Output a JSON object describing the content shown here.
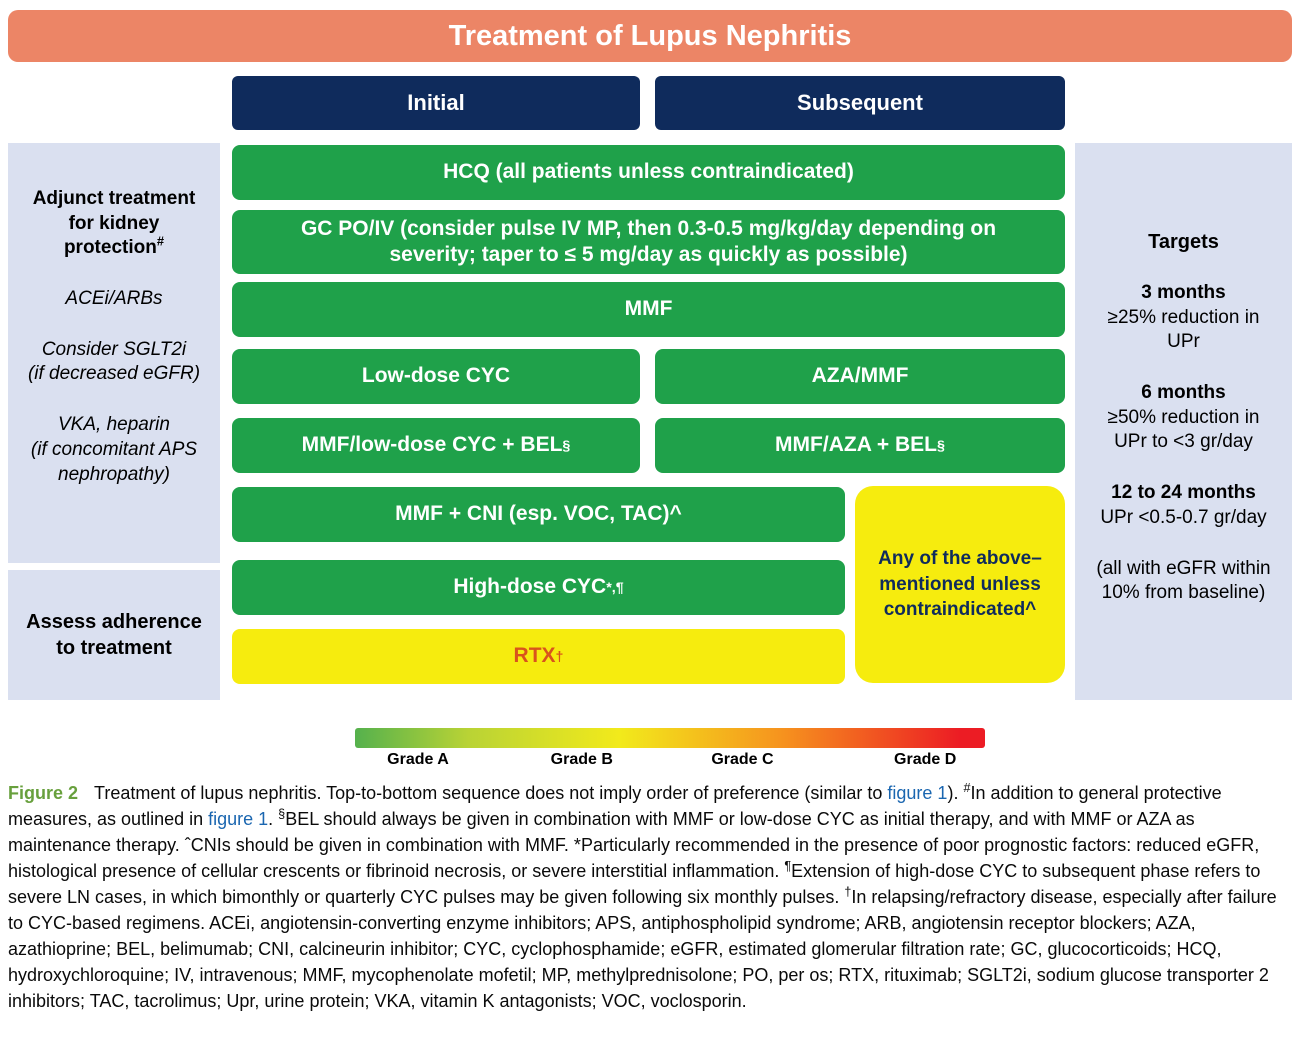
{
  "title": "Treatment of Lupus Nephritis",
  "headers": {
    "initial": "Initial",
    "subsequent": "Subsequent"
  },
  "left_panel": {
    "adjunct_title": "Adjunct treatment\nfor kidney\nprotection",
    "adjunct_sup": "#",
    "item1": "ACEi/ARBs",
    "item2": "Consider SGLT2i\n(if decreased eGFR)",
    "item3": "VKA, heparin\n(if concomitant APS\nnephropathy)",
    "assess": "Assess adherence\nto treatment"
  },
  "rows": {
    "hcq": "HCQ (all patients unless contraindicated)",
    "gc": "GC PO/IV (consider pulse IV MP, then 0.3-0.5 mg/kg/day depending on\nseverity; taper to ≤ 5 mg/day as quickly as possible)",
    "mmf": "MMF",
    "lowdose_cyc": "Low-dose CYC",
    "aza_mmf": "AZA/MMF",
    "mmf_cyc_bel": "MMF/low-dose CYC + BEL",
    "mmf_cyc_bel_sup": "§",
    "mmf_aza_bel": "MMF/AZA + BEL",
    "mmf_aza_bel_sup": "§",
    "mmf_cni": "MMF + CNI (esp. VOC, TAC)^",
    "highdose_cyc": "High-dose CYC ",
    "highdose_cyc_sup": "*,¶",
    "rtx": "RTX ",
    "rtx_sup": "†",
    "any_above": "Any of the above–\nmentioned unless\ncontraindicated^"
  },
  "right_panel": {
    "title": "Targets",
    "t1_head": "3 months",
    "t1_body": "≥25% reduction in\nUPr",
    "t2_head": "6 months",
    "t2_body": "≥50% reduction in\nUPr to <3 gr/day",
    "t3_head": "12 to 24 months",
    "t3_body": "UPr <0.5-0.7 gr/day",
    "note": "(all with eGFR within\n10% from baseline)"
  },
  "grade_scale": {
    "labels": [
      "Grade A",
      "Grade B",
      "Grade C",
      "Grade D"
    ],
    "positions_pct": [
      10,
      36,
      61.5,
      90.5
    ],
    "colors": [
      "#55b14d",
      "#f2ea1b",
      "#f6921e",
      "#ec1c24"
    ]
  },
  "caption": {
    "segments": [
      {
        "text": "Figure 2",
        "cls": "fig-label"
      },
      {
        "text": "Treatment of lupus nephritis. Top-to-bottom sequence does not imply order of preference (similar to ",
        "cls": ""
      },
      {
        "text": "figure 1",
        "cls": "ref"
      },
      {
        "text": "). ",
        "cls": ""
      },
      {
        "text": "#",
        "cls": "sup"
      },
      {
        "text": "In addition to general protective measures, as outlined in ",
        "cls": ""
      },
      {
        "text": "figure 1",
        "cls": "ref"
      },
      {
        "text": ". ",
        "cls": ""
      },
      {
        "text": "§",
        "cls": "sup"
      },
      {
        "text": "BEL should always be given in combination with MMF or low-dose CYC as initial therapy, and with MMF or AZA as maintenance therapy. ˆCNIs should be given in combination with MMF. *Particularly recommended in the presence of poor prognostic factors: reduced eGFR, histological presence of cellular crescents or fibrinoid necrosis, or severe interstitial inflammation. ",
        "cls": ""
      },
      {
        "text": "¶",
        "cls": "sup"
      },
      {
        "text": "Extension of high-dose CYC to subsequent phase refers to severe LN cases, in which bimonthly or quarterly CYC pulses may be given following six monthly pulses. ",
        "cls": ""
      },
      {
        "text": "†",
        "cls": "sup"
      },
      {
        "text": "In relapsing/refractory disease, especially after failure to CYC-based regimens. ACEi, angiotensin-converting enzyme inhibitors; APS, antiphospholipid syndrome; ARB, angiotensin receptor blockers; AZA, azathioprine; BEL, belimumab; CNI, calcineurin inhibitor; CYC, cyclophosphamide; eGFR, estimated glomerular filtration rate; GC, glucocorticoids; HCQ, hydroxychloroquine; IV, intravenous; MMF, mycophenolate mofetil; MP, methylprednisolone; PO, per os; RTX, rituximab; SGLT2i, sodium glucose transporter 2 inhibitors; TAC, tacrolimus; Upr, urine protein; VKA, vitamin K antagonists; VOC, voclosporin.",
        "cls": ""
      }
    ]
  },
  "colors": {
    "banner": "#ec8566",
    "navy": "#0f2b5c",
    "green": "#1fa14a",
    "panel": "#dae0f0",
    "yellow": "#f6ec0e",
    "rtx_text": "#d9541c",
    "figure_label_green": "#68a03d",
    "reference_blue": "#1a66b0"
  }
}
